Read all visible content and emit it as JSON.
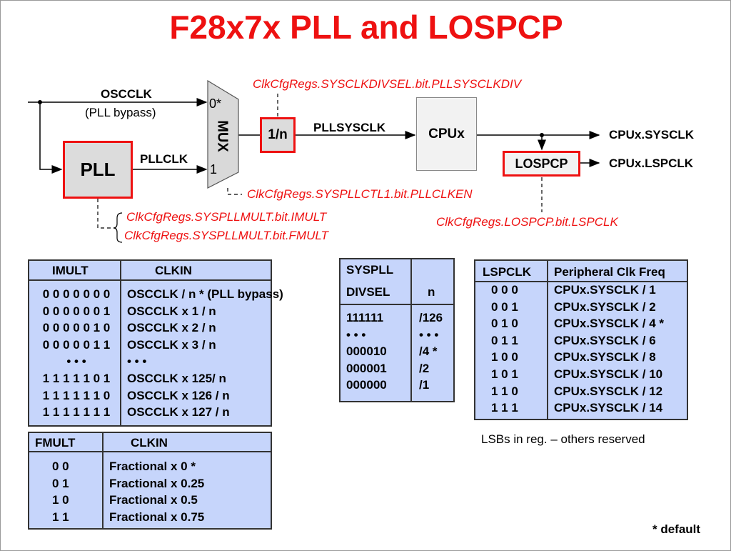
{
  "title": "F28x7x PLL and LOSPCP",
  "diagram": {
    "oscclk": "OSCCLK",
    "pll_bypass": "(PLL bypass)",
    "pll": "PLL",
    "pllclk": "PLLCLK",
    "mux": "MUX",
    "mux_in0": "0*",
    "mux_in1": "1",
    "div": "1/n",
    "pllsysclk": "PLLSYSCLK",
    "cpu": "CPUx",
    "lospcp": "LOSPCP",
    "out_sysclk": "CPUx.SYSCLK",
    "out_lspclk": "CPUx.LSPCLK",
    "reg_divsel": "ClkCfgRegs.SYSCLKDIVSEL.bit.PLLSYSCLKDIV",
    "reg_pllclken": "ClkCfgRegs.SYSPLLCTL1.bit.PLLCLKEN",
    "reg_imult": "ClkCfgRegs.SYSPLLMULT.bit.IMULT",
    "reg_fmult": "ClkCfgRegs.SYSPLLMULT.bit.FMULT",
    "reg_lspclk": "ClkCfgRegs.LOSPCP.bit.LSPCLK"
  },
  "imult_table": {
    "headers": [
      "IMULT",
      "CLKIN"
    ],
    "col1": [
      "0 0 0 0 0 0 0",
      "0 0 0 0 0 0 1",
      "0 0 0 0 0 1 0",
      "0 0 0 0 0 1 1",
      "• • •",
      "1 1 1 1 1 0 1",
      "1 1 1 1 1 1 0",
      "1 1 1 1 1 1 1"
    ],
    "col2": [
      "OSCCLK / n * (PLL bypass)",
      "OSCCLK x 1 / n",
      "OSCCLK x 2 / n",
      "OSCCLK x 3 / n",
      "• • •",
      "OSCCLK x 125/ n",
      "OSCCLK x 126 / n",
      "OSCCLK x 127 / n"
    ]
  },
  "fmult_table": {
    "headers": [
      "FMULT",
      "CLKIN"
    ],
    "col1": [
      "0 0",
      "0 1",
      "1 0",
      "1 1"
    ],
    "col2": [
      "Fractional x 0 *",
      "Fractional x 0.25",
      "Fractional x 0.5",
      "Fractional x 0.75"
    ]
  },
  "divsel_table": {
    "headers": [
      "SYSPLL",
      "DIVSEL",
      "n"
    ],
    "col1": [
      "111111",
      "• • •",
      "000010",
      "000001",
      "000000"
    ],
    "col2": [
      "/126",
      "• • •",
      "/4 *",
      "/2",
      "/1"
    ]
  },
  "lspclk_table": {
    "headers": [
      "LSPCLK",
      "Peripheral Clk Freq"
    ],
    "col1": [
      "0 0 0",
      "0 0 1",
      "0 1 0",
      "0 1 1",
      "1 0 0",
      "1 0 1",
      "1 1 0",
      "1 1 1"
    ],
    "col2": [
      "CPUx.SYSCLK / 1",
      "CPUx.SYSCLK / 2",
      "CPUx.SYSCLK / 4 *",
      "CPUx.SYSCLK / 6",
      "CPUx.SYSCLK / 8",
      "CPUx.SYSCLK / 10",
      "CPUx.SYSCLK / 12",
      "CPUx.SYSCLK / 14"
    ]
  },
  "lsb_note": "LSBs in reg. – others reserved",
  "default_note": "* default"
}
